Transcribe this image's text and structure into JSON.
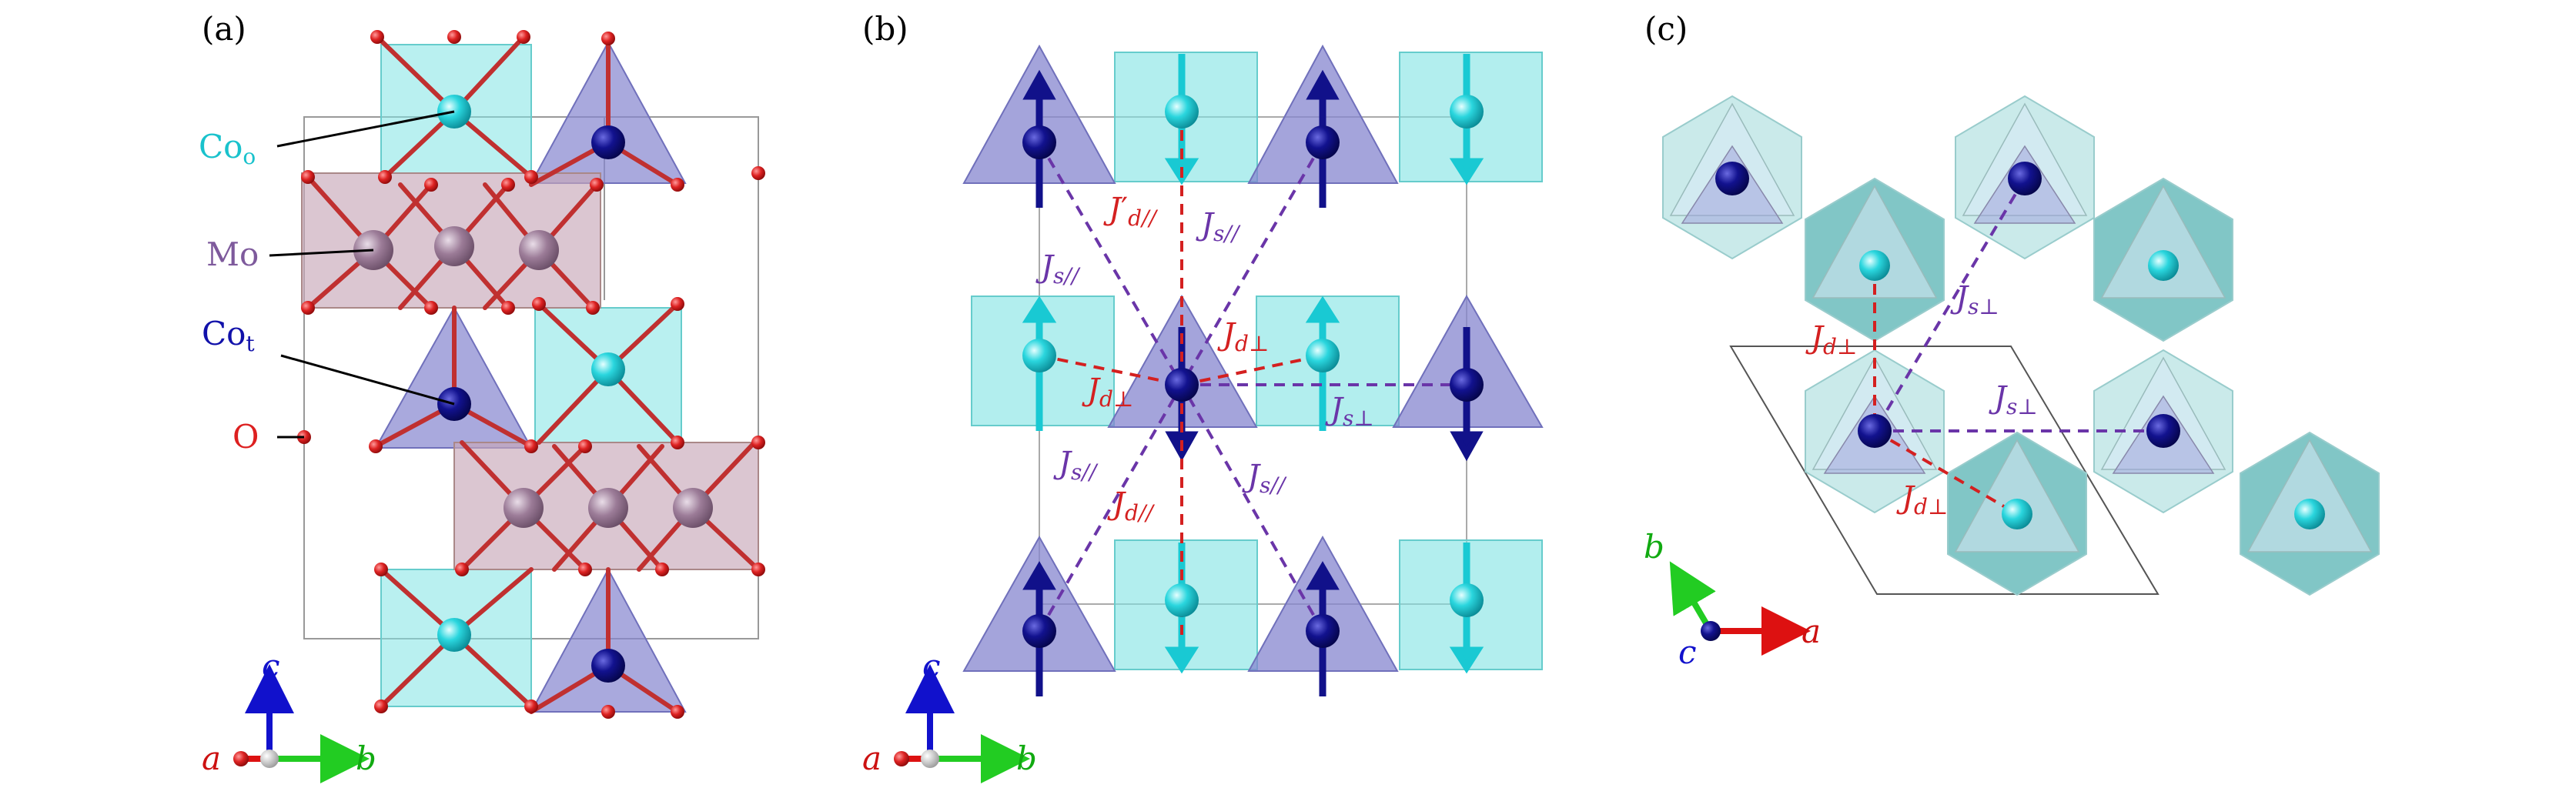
{
  "panels": {
    "a": {
      "label": "(a)",
      "atoms": {
        "coo_main": "Co",
        "coo_sub": "o",
        "mo": "Mo",
        "cot_main": "Co",
        "cot_sub": "t",
        "o": "O"
      },
      "axes": {
        "c": "c",
        "a": "a",
        "b": "b"
      }
    },
    "b": {
      "label": "(b)",
      "axes": {
        "c": "c",
        "a": "a",
        "b": "b"
      }
    },
    "c": {
      "label": "(c)",
      "axes": {
        "b": "b",
        "c": "c",
        "a": "a"
      }
    }
  },
  "couplings": {
    "J": "J",
    "prime": "′",
    "d_par": "d//",
    "d_perp": "d⊥",
    "s_par": "s//",
    "s_perp": "s⊥"
  },
  "colors": {
    "co_o": "#19c9d3",
    "co_o_poly": "#8fe6e6",
    "co_t": "#11118a",
    "co_t_poly": "#8c8cd2",
    "mo": "#9a7a96",
    "mo_poly": "#c8a9b6",
    "oxygen": "#d82020",
    "j_d": "#d42020",
    "j_s": "#6a35a8",
    "axis_a": "#cc1111",
    "axis_b": "#11aa11",
    "axis_c": "#1111cc"
  }
}
